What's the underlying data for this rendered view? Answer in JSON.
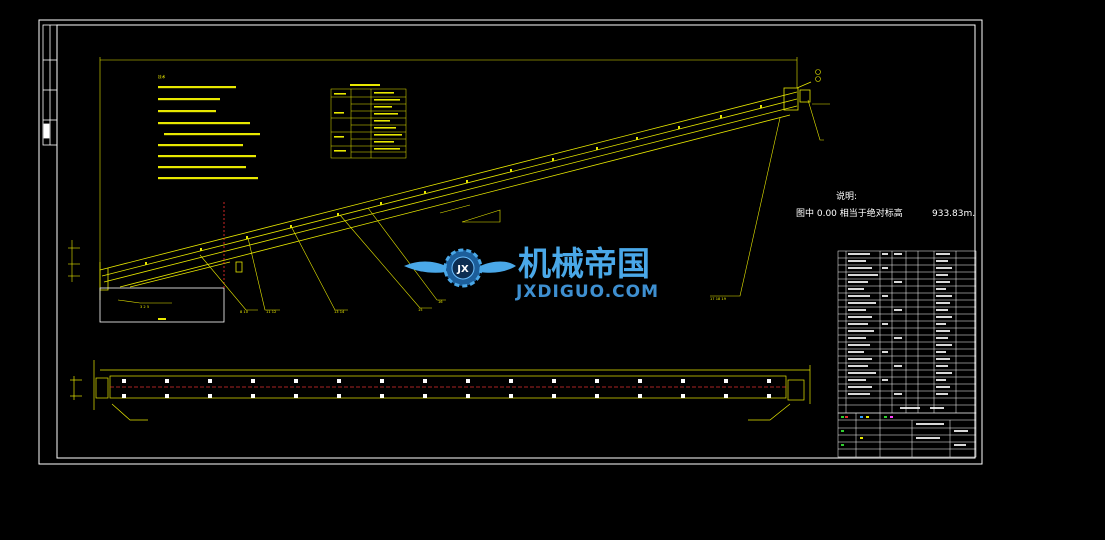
{
  "notes": {
    "heading": "说明:",
    "line": "图中 0.00 相当于绝对标高",
    "value": "933.83m."
  },
  "watermark": {
    "cn": "机械帝国",
    "en": "JXDIGUO.COM",
    "badge": "JX"
  },
  "colors": {
    "background": "#000000",
    "frame": "#ffffff",
    "drawing": "#e8e800",
    "centerline": "#e03030",
    "watermark": "#4aa8e8"
  },
  "labels": {
    "left_notes_title": "技术",
    "callouts": [
      "3  2  5",
      "8  10",
      "11  12",
      "13  14",
      "15",
      "16",
      "17  18  19"
    ]
  }
}
